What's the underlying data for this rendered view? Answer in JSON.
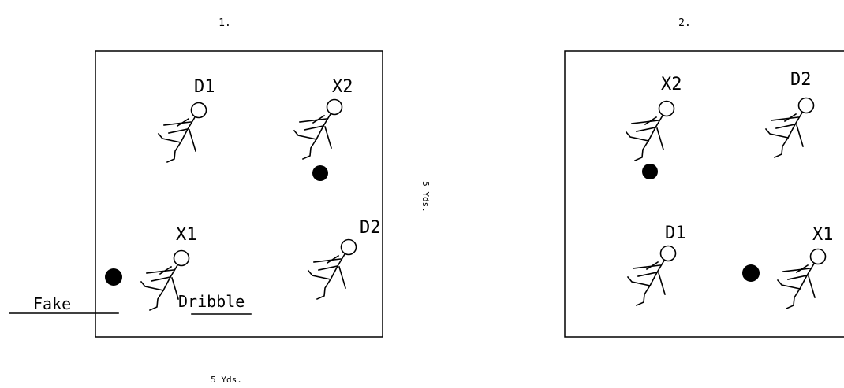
{
  "panels": [
    {
      "number": "1.",
      "players": [
        {
          "label": "D1",
          "has_ball": false
        },
        {
          "label": "X2",
          "has_ball": true
        },
        {
          "label": "X1",
          "has_ball": true
        },
        {
          "label": "D2",
          "has_ball": false
        }
      ],
      "moves": {
        "fake": "Fake",
        "dribble": "Dribble"
      }
    },
    {
      "number": "2.",
      "players": [
        {
          "label": "X2",
          "has_ball": true
        },
        {
          "label": "D2",
          "has_ball": false
        },
        {
          "label": "D1",
          "has_ball": false
        },
        {
          "label": "X1",
          "has_ball": true
        }
      ]
    }
  ],
  "dimensions": {
    "width": "5 Yds.",
    "height": "5 Yds."
  },
  "colors": {
    "line": "#000000",
    "ball": "#000000",
    "background": "#ffffff"
  }
}
